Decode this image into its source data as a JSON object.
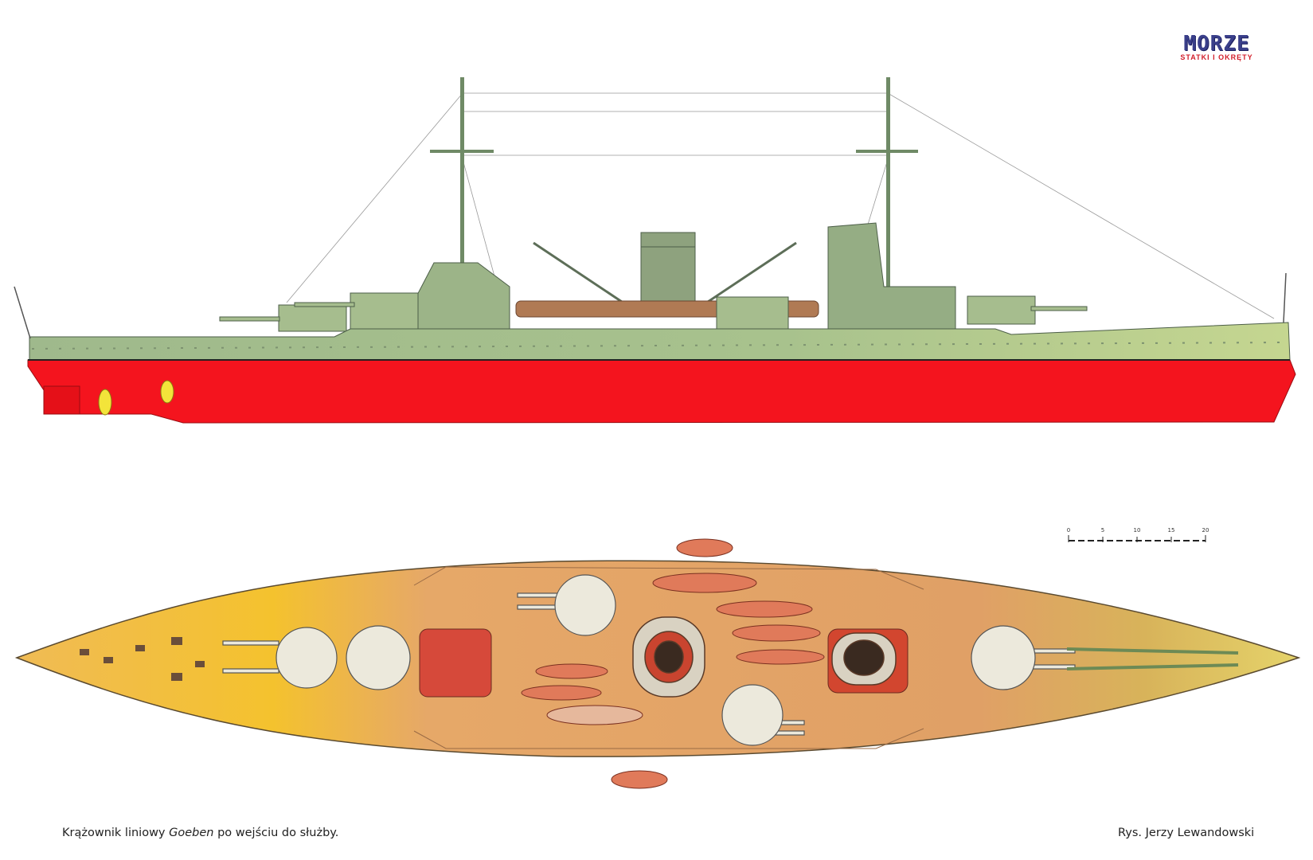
{
  "logo": {
    "title": "MORZE",
    "subtitle": "STATKI I OKRĘTY"
  },
  "scale_bar": {
    "labels": [
      "0",
      "5",
      "10",
      "15",
      "20"
    ],
    "unit_max": 20
  },
  "caption": {
    "prefix": "Krążownik liniowy ",
    "ship_name": "Goeben",
    "suffix": " po wejściu do służby."
  },
  "credit": "Rys. Jerzy Lewandowski",
  "colors": {
    "hull_red": "#f4141e",
    "upper_hull_green": "#a9c48f",
    "deck_orange": "#e3a367",
    "deck_yellow": "#f4c22e",
    "turret_white": "#ece9dc"
  }
}
